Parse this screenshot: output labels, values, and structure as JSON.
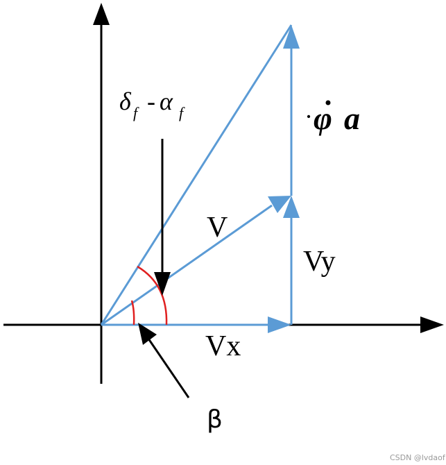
{
  "labels": {
    "v": "V",
    "vx": "Vx",
    "vy": "Vy",
    "beta": "β",
    "delta": "δ",
    "delta_sub": "f",
    "minus": "-",
    "alpha": "α",
    "alpha_sub": "f",
    "phi_dot": "φ",
    "phi_a": "a",
    "phi_prefix": "·"
  },
  "watermark": "CSDN @lvdaof",
  "colors": {
    "vector": "#5b9bd5",
    "axis": "#000000",
    "angle_arc": "#e02020"
  }
}
